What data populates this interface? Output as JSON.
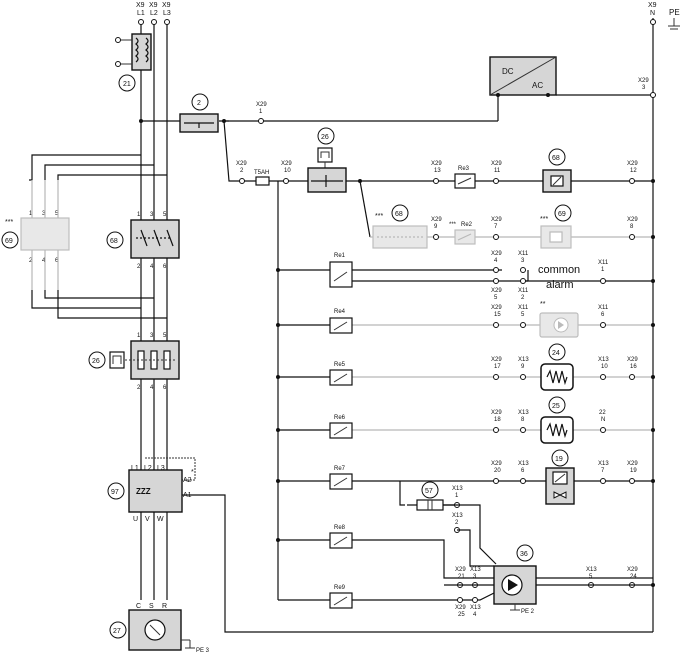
{
  "terminals_top": {
    "x9_l1": "X9",
    "l1": "L1",
    "x9_l2": "X9",
    "l2": "L2",
    "x9_l3": "X9",
    "l3": "L3",
    "x9_n": "X9",
    "n": "N",
    "pe": "PE"
  },
  "components": {
    "c21": "21",
    "c2": "2",
    "c69_main": "69",
    "c68_main": "68",
    "c26_main": "26",
    "c97": "97",
    "c27": "27",
    "c26_ctrl": "26",
    "c68_ctrl": "68",
    "c68_ctrl2": "68",
    "c69_ctrl": "69",
    "c24": "24",
    "c25": "25",
    "c19": "19",
    "c57": "57",
    "c36": "36"
  },
  "stars": {
    "three": "***",
    "two": "**",
    "one": "*"
  },
  "dc_ac": {
    "dc": "DC",
    "ac": "AC"
  },
  "fuse": "T5AH",
  "contactor_pins": {
    "p1": "1",
    "p3": "3",
    "p5": "5",
    "p2": "2",
    "p4": "4",
    "p6": "6"
  },
  "motor_97": {
    "l1": "L1",
    "l2": "L2",
    "l3": "L3",
    "a2": "A2",
    "a1": "A1",
    "u": "U",
    "v": "V",
    "w": "W"
  },
  "motor_27": {
    "c": "C",
    "s": "S",
    "r": "R",
    "pe3": "PE 3"
  },
  "pe2": "PE 2",
  "relays": {
    "re1": "Re1",
    "re2": "Re2",
    "re3": "Re3",
    "re4": "Re4",
    "re5": "Re5",
    "re6": "Re6",
    "re7": "Re7",
    "re8": "Re8",
    "re9": "Re9"
  },
  "common_alarm": {
    "line1": "common",
    "line2": "alarm"
  },
  "terminal_labels": {
    "x29_1": [
      "X29",
      "1"
    ],
    "x29_3": [
      "X29",
      "3"
    ],
    "x29_2": [
      "X29",
      "2"
    ],
    "x29_10": [
      "X29",
      "10"
    ],
    "x29_13": [
      "X29",
      "13"
    ],
    "x29_11": [
      "X29",
      "11"
    ],
    "x29_12": [
      "X29",
      "12"
    ],
    "x29_9": [
      "X29",
      "9"
    ],
    "x29_7": [
      "X29",
      "7"
    ],
    "x29_8": [
      "X29",
      "8"
    ],
    "x29_4": [
      "X29",
      "4"
    ],
    "x11_3": [
      "X11",
      "3"
    ],
    "x11_1": [
      "X11",
      "1"
    ],
    "x29_5": [
      "X29",
      "5"
    ],
    "x11_2": [
      "X11",
      "2"
    ],
    "x29_15": [
      "X29",
      "15"
    ],
    "x11_5": [
      "X11",
      "5"
    ],
    "x11_6": [
      "X11",
      "6"
    ],
    "x29_17": [
      "X29",
      "17"
    ],
    "x13_9": [
      "X13",
      "9"
    ],
    "x13_10": [
      "X13",
      "10"
    ],
    "x29_16": [
      "X29",
      "16"
    ],
    "x29_18": [
      "X29",
      "18"
    ],
    "x13_8": [
      "X13",
      "8"
    ],
    "n22": [
      "22",
      "N"
    ],
    "x29_20": [
      "X29",
      "20"
    ],
    "x13_6": [
      "X13",
      "6"
    ],
    "x13_7": [
      "X13",
      "7"
    ],
    "x29_19": [
      "X29",
      "19"
    ],
    "x13_1": [
      "X13",
      "1"
    ],
    "x13_2": [
      "X13",
      "2"
    ],
    "x29_21": [
      "X29",
      "21"
    ],
    "x13_3": [
      "X13",
      "3"
    ],
    "x13_5": [
      "X13",
      "5"
    ],
    "x29_24": [
      "X29",
      "24"
    ],
    "x29_25": [
      "X29",
      "25"
    ],
    "x13_4": [
      "X13",
      "4"
    ]
  }
}
